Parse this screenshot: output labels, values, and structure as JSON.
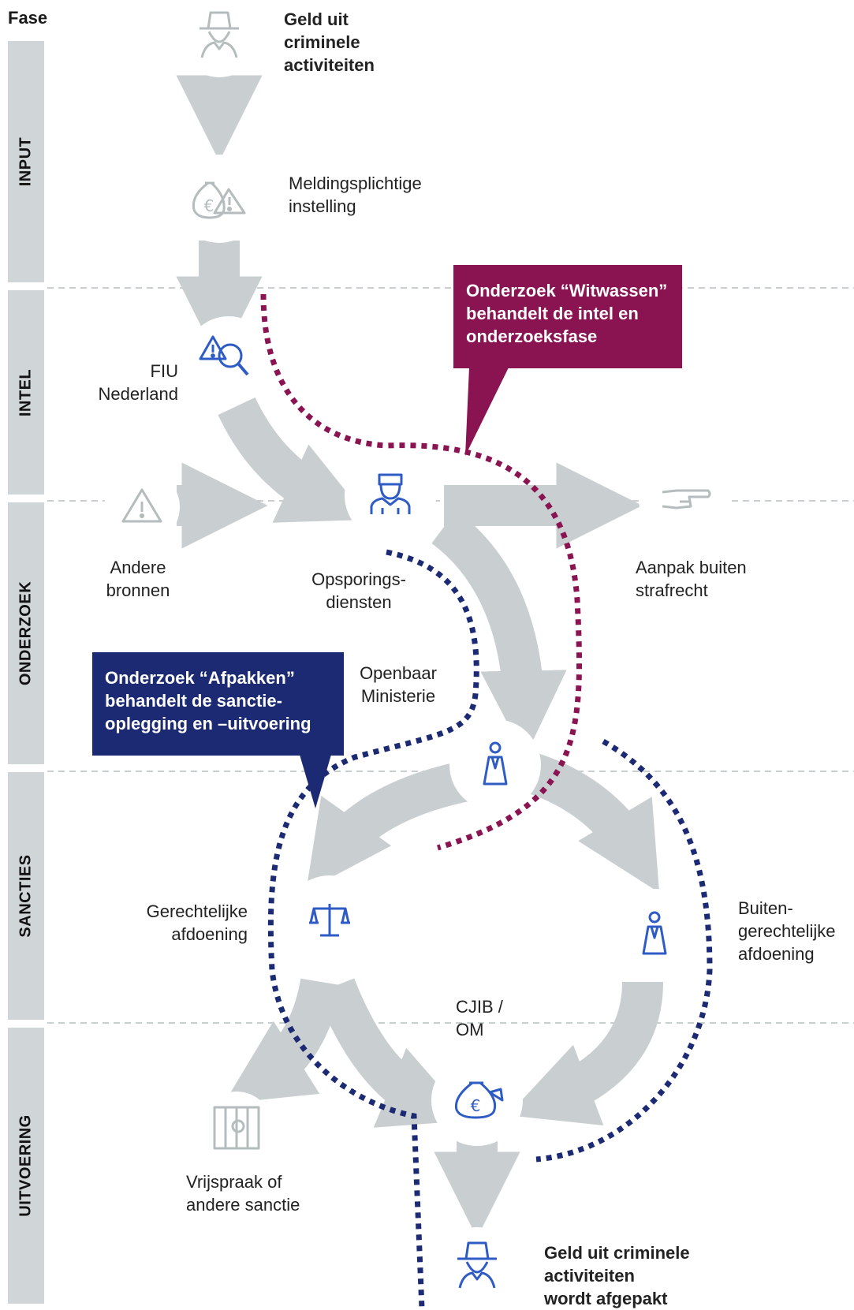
{
  "phase_header": "Fase",
  "phases": [
    "INPUT",
    "INTEL",
    "ONDERZOEK",
    "SANCTIES",
    "UITVOERING"
  ],
  "nodes": {
    "criminal_money": "Geld uit\ncriminele\nactiviteiten",
    "reporting_institution": "Meldingsplichtige\ninstelling",
    "fiu": "FIU\nNederland",
    "other_sources": "Andere\nbronnen",
    "investigation_services": "Opsporings-\ndiensten",
    "non_criminal_approach": "Aanpak buiten\nstrafrecht",
    "public_prosecution": "Openbaar\nMinisterie",
    "judicial_settlement": "Gerechtelijke\nafdoening",
    "out_of_court_settlement": "Buiten-\ngerechtelijke\nafdoening",
    "cjib_om": "CJIB /\nOM",
    "acquittal": "Vrijspraak of\nandere sanctie",
    "confiscated": "Geld uit criminele\nactiviteiten\nwordt afgepakt"
  },
  "callouts": {
    "witwassen": "Onderzoek “Witwassen”\nbehandelt de intel en\nonderzoeksfase",
    "afpakken": "Onderzoek “Afpakken”\nbehandelt de sanctie-\noplegging en –uitvoering"
  },
  "colors": {
    "phase_bar": "#d0d5d7",
    "arrow": "#c9ced0",
    "icon_active": "#2f5cc4",
    "icon_inactive": "#b5bcbe",
    "witwassen": "#8a1452",
    "afpakken": "#1c2a73",
    "divider": "#c9ced0"
  }
}
